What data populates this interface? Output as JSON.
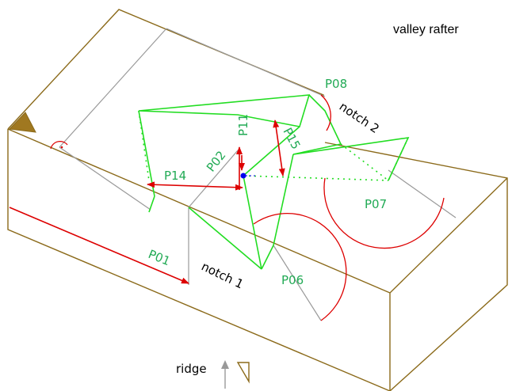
{
  "title": "valley rafter",
  "labels": {
    "p01": "P01",
    "p02": "P02",
    "p06": "P06",
    "p07": "P07",
    "p08": "P08",
    "p11": "P11",
    "p14": "P14",
    "p15": "P15",
    "notch1": "notch 1",
    "notch2": "notch 2"
  },
  "legend": {
    "ridge_label": "ridge",
    "arrow_icon": "up-arrow-icon",
    "ridge_icon": "ridge-triangle-icon"
  },
  "colors": {
    "beam_outline": "#8b6a1a",
    "gray_lines": "#999999",
    "green_lines": "#22dd22",
    "green_text": "#22aa55",
    "dimension_red": "#dd0000",
    "point_blue": "#0000ee",
    "ridge_fill": "#a07820"
  }
}
